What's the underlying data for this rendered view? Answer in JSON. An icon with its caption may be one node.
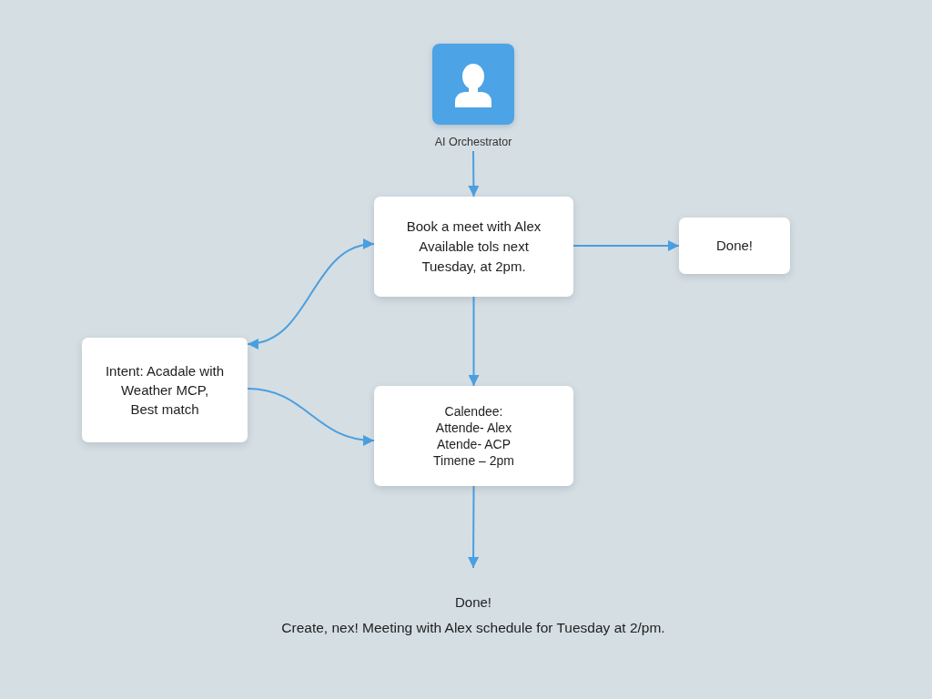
{
  "diagram": {
    "nodes": [
      {
        "text": [
          "AI Orchestrator"
        ]
      },
      {
        "text": [
          "Book a meet with Alex",
          "Available tols next Tuesday, at 2pm."
        ]
      },
      {
        "text": [
          "Done!"
        ]
      },
      {
        "text": [
          "Intent: Acadale with Weather MCP,",
          "Best match"
        ]
      },
      {
        "text": [
          "Calendee:",
          "Attende- Alex",
          "Atende- ACP",
          "Timene – 2pm"
        ]
      },
      {
        "text": [
          "Done!",
          "Create, nex! Meeting with Alex schedule for Tuesday at 2/pm."
        ]
      }
    ],
    "edges": [
      {
        "from": 0,
        "to": 1,
        "arrow": "to"
      },
      {
        "from": 1,
        "to": 2,
        "arrow": "to"
      },
      {
        "from": 1,
        "to": 4,
        "arrow": "to"
      },
      {
        "from": 1,
        "to": 3,
        "arrow": "both"
      },
      {
        "from": 3,
        "to": 4,
        "arrow": "to"
      },
      {
        "from": 4,
        "to": 5,
        "arrow": "to"
      }
    ]
  }
}
